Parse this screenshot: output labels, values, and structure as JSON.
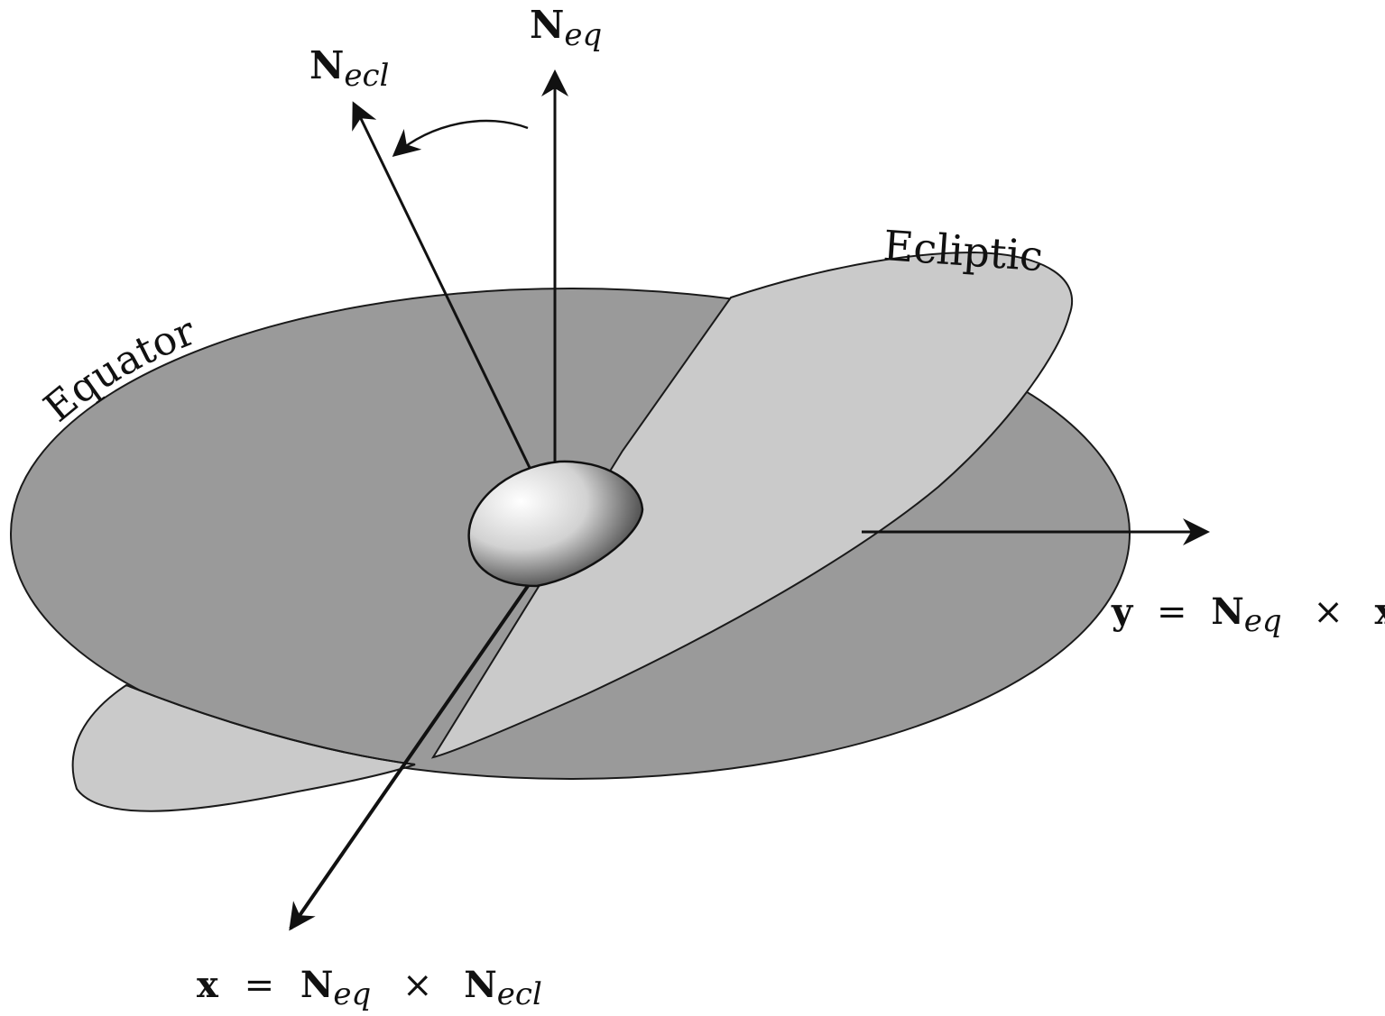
{
  "colors": {
    "background": "#ffffff",
    "equator_plane": "#9a9a9a",
    "ecliptic_plane": "#cacaca",
    "outline": "#1a1a1a",
    "earth_light": "#ffffff",
    "earth_dark": "#2a2a2a"
  },
  "labels": {
    "equator": "Equator",
    "ecliptic": "Ecliptic",
    "n_eq": {
      "base": "N",
      "sub": "eq"
    },
    "n_ecl": {
      "base": "N",
      "sub": "ecl"
    },
    "y_axis": {
      "var": "y",
      "eq": "=",
      "base": "N",
      "sub": "eq",
      "times": "×",
      "var2": "x"
    },
    "x_axis": {
      "var": "x",
      "eq": "=",
      "base1": "N",
      "sub1": "eq",
      "times": "×",
      "base2": "N",
      "sub2": "ecl"
    }
  },
  "icons": {
    "earth": "earth-spheroid-icon",
    "rotation": "curved-arrow-icon"
  }
}
